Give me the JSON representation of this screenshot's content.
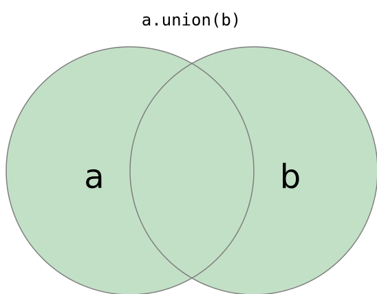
{
  "diagram": {
    "title": "a.union(b)",
    "sets": [
      {
        "label": "a"
      },
      {
        "label": "b"
      }
    ],
    "colors": {
      "fill": "#c2e0c6",
      "stroke": "#7f7f7f",
      "text": "#000000"
    }
  }
}
